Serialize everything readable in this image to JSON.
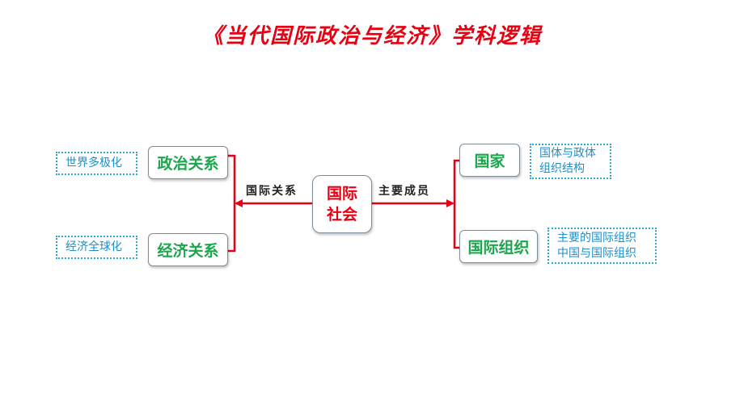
{
  "title": "《当代国际政治与经济》学科逻辑",
  "colors": {
    "title": "#e60012",
    "arrows": "#e60012",
    "green_nodes": "#1aa64a",
    "notes": "#1e8fc8",
    "note_border": "#2aa6d8"
  },
  "center": {
    "line1": "国际",
    "line2": "社会"
  },
  "left_label": "国际关系",
  "right_label": "主要成员",
  "left_nodes": [
    {
      "label": "政治关系",
      "note": "世界多极化"
    },
    {
      "label": "经济关系",
      "note": "经济全球化"
    }
  ],
  "right_nodes": [
    {
      "label": "国家",
      "note_lines": [
        "国体与政体",
        "组织结构"
      ]
    },
    {
      "label": "国际组织",
      "note_lines": [
        "主要的国际组织",
        "中国与国际组织"
      ]
    }
  ]
}
